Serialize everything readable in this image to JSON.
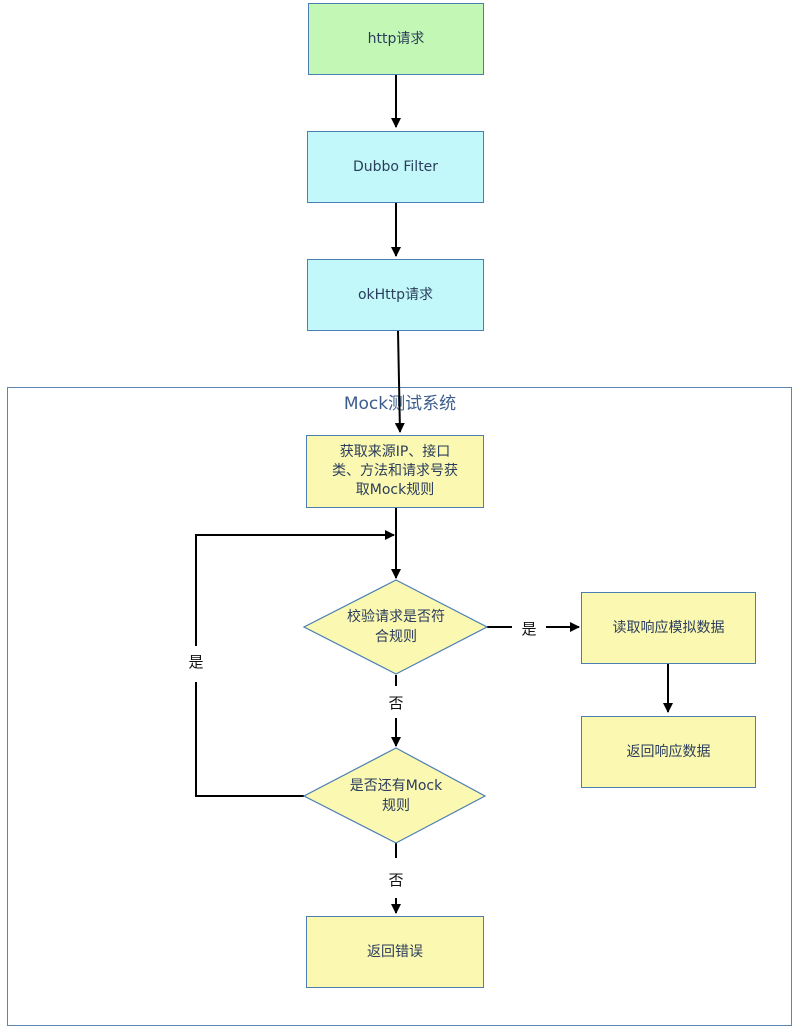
{
  "nodes": {
    "http_request": "http请求",
    "dubbo_filter": "Dubbo Filter",
    "okhttp_request": "okHttp请求",
    "get_rules": "获取来源IP、接口\n类、方法和请求号获\n取Mock规则",
    "check_rule": "校验请求是否符\n合规则",
    "read_mock": "读取响应模拟数据",
    "return_response": "返回响应数据",
    "more_rules": "是否还有Mock\n规则",
    "return_error": "返回错误"
  },
  "container": {
    "title": "Mock测试系统"
  },
  "edges": {
    "check_yes": "是",
    "check_no": "否",
    "more_yes": "是",
    "more_no": "否"
  },
  "colors": {
    "green": "#c3f7b5",
    "cyan": "#c2f8f9",
    "yellow": "#fbf8b1",
    "border": "#4a7fb2",
    "container_border": "#5d85b3"
  }
}
